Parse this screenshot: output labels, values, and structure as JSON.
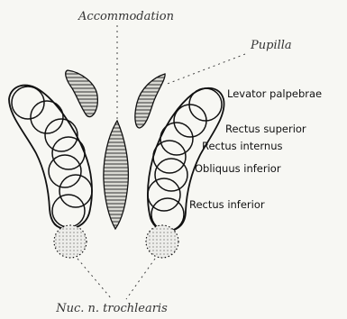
{
  "labels": {
    "accommodation": "Accommodation",
    "pupilla": "Pupilla",
    "levator_palpebrae": "Levator palpebrae",
    "rectus_superior": "Rectus superior",
    "rectus_internus": "Rectus internus",
    "obliquus_inferior": "Obliquus inferior",
    "rectus_inferior": "Rectus inferior",
    "nuc_trochlearis": "Nuc. n. trochlearis"
  },
  "colors": {
    "background": "#f7f7f3",
    "ink": "#111111"
  }
}
